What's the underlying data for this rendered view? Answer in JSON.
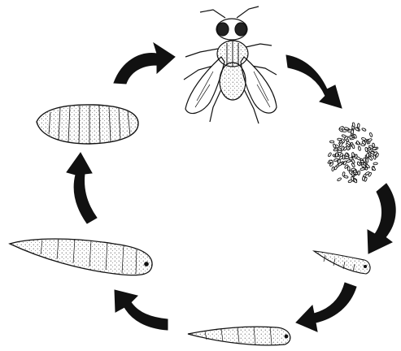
{
  "diagram": {
    "kind": "life-cycle",
    "stages": [
      {
        "id": "adult",
        "icon": "housefly-adult-icon"
      },
      {
        "id": "eggs",
        "icon": "egg-cluster-icon"
      },
      {
        "id": "larva-first-instar",
        "icon": "small-larva-icon"
      },
      {
        "id": "larva-second-instar",
        "icon": "medium-larva-icon"
      },
      {
        "id": "larva-third-instar",
        "icon": "large-larva-icon"
      },
      {
        "id": "pupa",
        "icon": "pupa-icon"
      }
    ],
    "arrows": [
      {
        "id": "adult-to-eggs",
        "icon": "curved-arrow-icon"
      },
      {
        "id": "eggs-to-first-instar",
        "icon": "curved-arrow-icon"
      },
      {
        "id": "first-to-second-instar",
        "icon": "curved-arrow-icon"
      },
      {
        "id": "second-to-third-instar",
        "icon": "curved-arrow-icon"
      },
      {
        "id": "third-instar-to-pupa",
        "icon": "curved-arrow-icon"
      },
      {
        "id": "pupa-to-adult",
        "icon": "curved-arrow-icon"
      }
    ],
    "colors": {
      "ink": "#111111",
      "background": "#ffffff"
    }
  }
}
